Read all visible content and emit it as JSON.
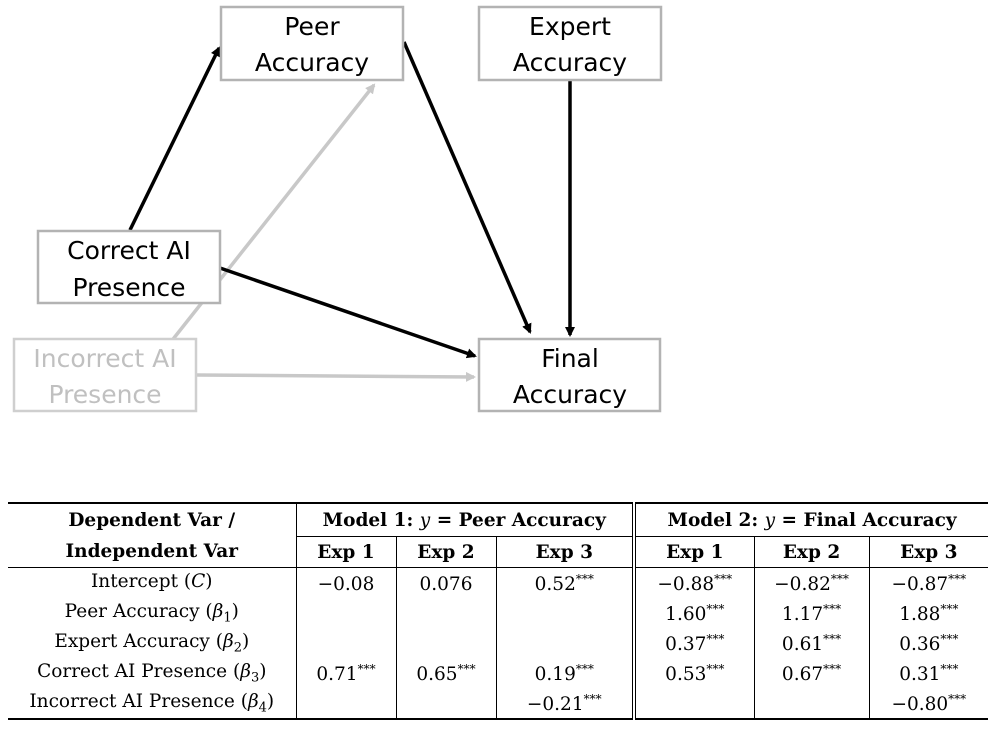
{
  "diagram": {
    "nodes": {
      "peer": {
        "line1": "Peer",
        "line2": "Accuracy"
      },
      "expert": {
        "line1": "Expert",
        "line2": "Accuracy"
      },
      "correct": {
        "line1": "Correct AI",
        "line2": "Presence"
      },
      "incorrect": {
        "line1": "Incorrect AI",
        "line2": "Presence"
      },
      "final": {
        "line1": "Final",
        "line2": "Accuracy"
      }
    },
    "colors": {
      "active": "#000000",
      "inactive": "#c8c8c8",
      "box_border": "#b3b3b3",
      "inactive_text": "#c0c0c0"
    }
  },
  "table": {
    "header_dep": "Dependent Var /",
    "header_indep": "Independent Var",
    "model1_prefix": "Model 1: ",
    "model1_var": "y",
    "model1_suffix": " = Peer Accuracy",
    "model2_prefix": "Model 2: ",
    "model2_var": "y",
    "model2_suffix": " = Final Accuracy",
    "experiments": [
      "Exp 1",
      "Exp 2",
      "Exp 3",
      "Exp 1",
      "Exp 2",
      "Exp 3"
    ],
    "rows": [
      {
        "label": "Intercept (",
        "sym": "C",
        "sub": "",
        "close": ")",
        "cells": [
          {
            "v": "−0.08",
            "s": ""
          },
          {
            "v": "0.076",
            "s": ""
          },
          {
            "v": "0.52",
            "s": "***"
          },
          {
            "v": "−0.88",
            "s": "***"
          },
          {
            "v": "−0.82",
            "s": "***"
          },
          {
            "v": "−0.87",
            "s": "***"
          }
        ]
      },
      {
        "label": "Peer Accuracy (",
        "sym": "β",
        "sub": "1",
        "close": ")",
        "cells": [
          {
            "v": "",
            "s": ""
          },
          {
            "v": "",
            "s": ""
          },
          {
            "v": "",
            "s": ""
          },
          {
            "v": "1.60",
            "s": "***"
          },
          {
            "v": "1.17",
            "s": "***"
          },
          {
            "v": "1.88",
            "s": "***"
          }
        ]
      },
      {
        "label": "Expert Accuracy (",
        "sym": "β",
        "sub": "2",
        "close": ")",
        "cells": [
          {
            "v": "",
            "s": ""
          },
          {
            "v": "",
            "s": ""
          },
          {
            "v": "",
            "s": ""
          },
          {
            "v": "0.37",
            "s": "***"
          },
          {
            "v": "0.61",
            "s": "***"
          },
          {
            "v": "0.36",
            "s": "***"
          }
        ]
      },
      {
        "label": "Correct AI Presence (",
        "sym": "β",
        "sub": "3",
        "close": ")",
        "cells": [
          {
            "v": "0.71",
            "s": "***"
          },
          {
            "v": "0.65",
            "s": "***"
          },
          {
            "v": "0.19",
            "s": "***"
          },
          {
            "v": "0.53",
            "s": "***"
          },
          {
            "v": "0.67",
            "s": "***"
          },
          {
            "v": "0.31",
            "s": "***"
          }
        ]
      },
      {
        "label": "Incorrect AI Presence (",
        "sym": "β",
        "sub": "4",
        "close": ")",
        "cells": [
          {
            "v": "",
            "s": ""
          },
          {
            "v": "",
            "s": ""
          },
          {
            "v": "−0.21",
            "s": "***"
          },
          {
            "v": "",
            "s": ""
          },
          {
            "v": "",
            "s": ""
          },
          {
            "v": "−0.80",
            "s": "***"
          }
        ]
      }
    ]
  }
}
